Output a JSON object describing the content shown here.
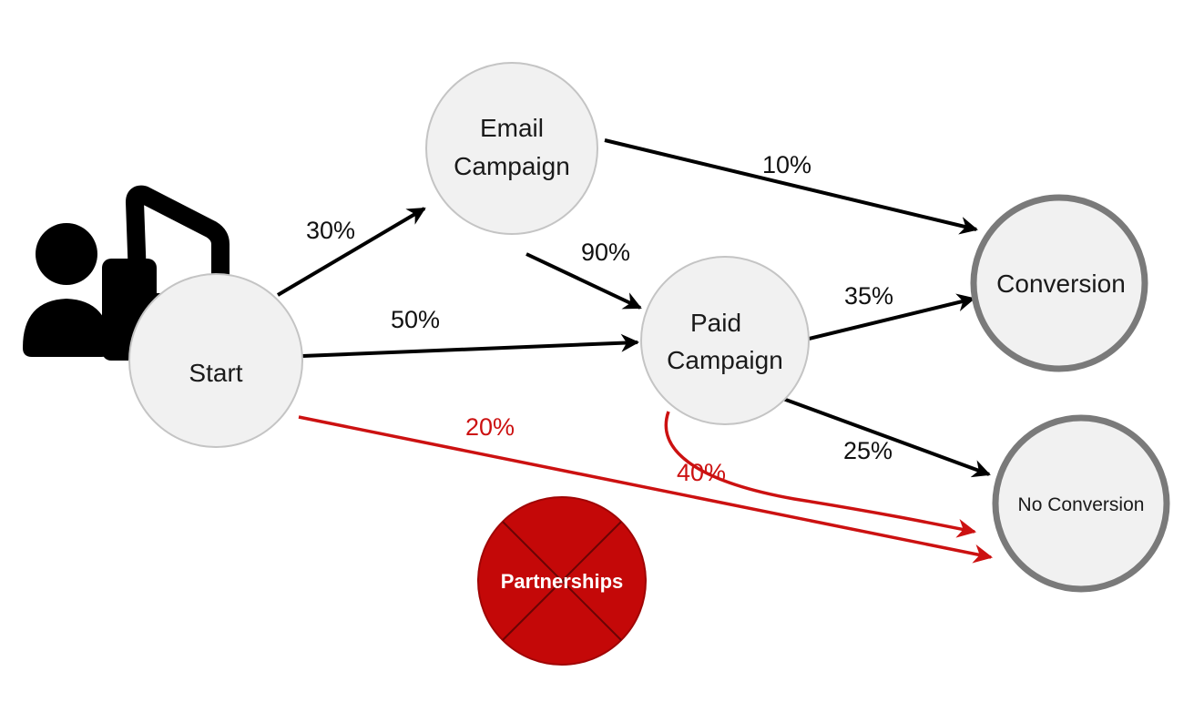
{
  "diagram": {
    "nodes": {
      "start": {
        "label": "Start"
      },
      "email": {
        "label_line1": "Email",
        "label_line2": "Campaign"
      },
      "paid": {
        "label_line1": "Paid",
        "label_line2": "Campaign"
      },
      "conversion": {
        "label": "Conversion"
      },
      "no_conversion": {
        "label": "No Conversion"
      },
      "partnerships": {
        "label": "Partnerships",
        "status": "crossed-out"
      }
    },
    "edges": [
      {
        "from": "Start",
        "to": "Email Campaign",
        "label": "30%"
      },
      {
        "from": "Start",
        "to": "Paid Campaign",
        "label": "50%"
      },
      {
        "from": "Start",
        "to": "No Conversion",
        "label": "20%"
      },
      {
        "from": "Email Campaign",
        "to": "Conversion",
        "label": "10%"
      },
      {
        "from": "Email Campaign",
        "to": "Paid Campaign",
        "label": "90%"
      },
      {
        "from": "Paid Campaign",
        "to": "Conversion",
        "label": "35%"
      },
      {
        "from": "Paid Campaign",
        "to": "No Conversion",
        "label": "25%"
      },
      {
        "from": "Paid Campaign",
        "to": "No Conversion",
        "label": "40%"
      }
    ],
    "icons": {
      "user": "user-with-document-icon"
    },
    "colors": {
      "node_fill": "#f1f1f1",
      "terminal_border": "#7a7a7a",
      "edge": "#000000",
      "highlight": "#cc1111",
      "removed_node": "#c40808"
    }
  }
}
